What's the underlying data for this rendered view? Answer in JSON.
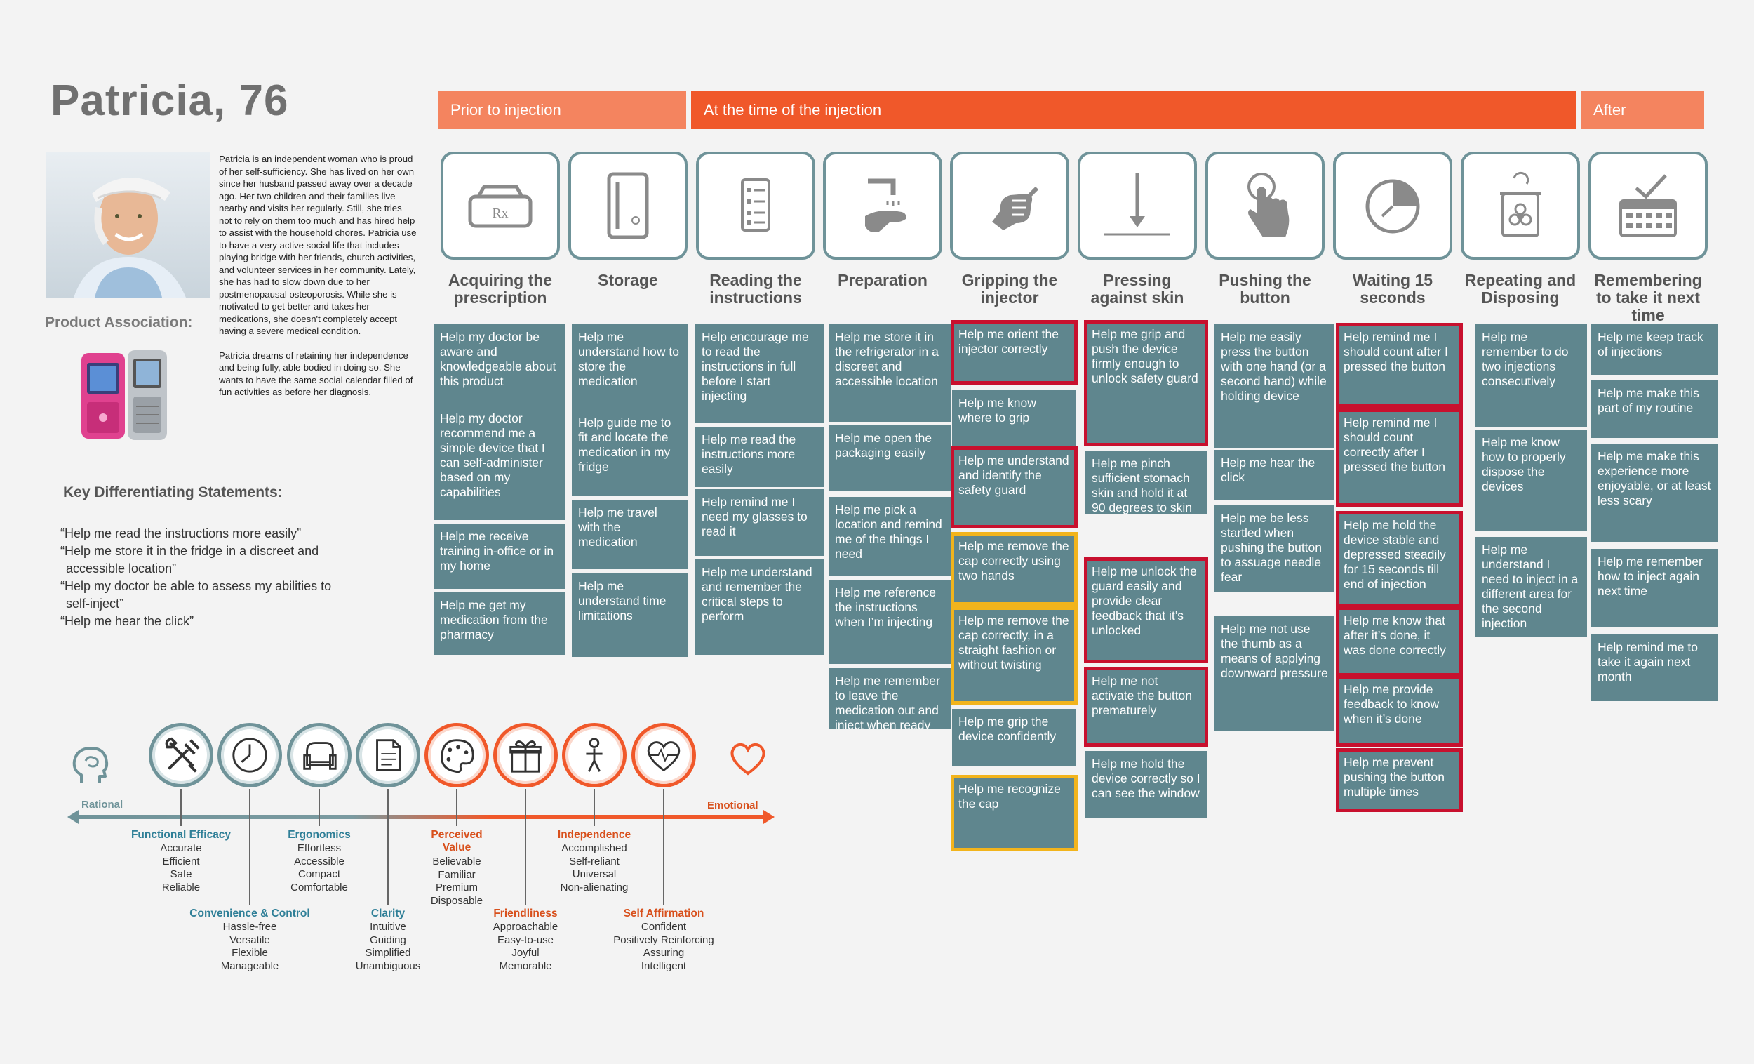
{
  "persona": {
    "name": "Patricia, 76",
    "bio": [
      "Patricia is an independent woman who is proud of her self-sufficiency.  She has lived on her own since her husband passed away over a decade ago.   Her two children and their families live nearby and visits her regularly.  Still, she tries not to rely on them too much and has hired help to assist with the household chores.  Patricia use to have a very active social life that includes playing bridge with her friends, church activities, and volunteer services in her community.  Lately, she has had to slow down due to her postmenopausal osteoporosis.  While she is motivated to get better and takes her medications, she doesn't completely accept having a severe medical condition.",
      "Patricia dreams of retaining her independence and being fully, able-bodied in doing so.  She wants to have the same social calendar filled of fun activities as before her diagnosis."
    ],
    "product_association_label": "Product Association:"
  },
  "key_statements": {
    "title": "Key Differentiating Statements:",
    "items": [
      "“Help me read the instructions more easily”",
      "“Help me store it in the fridge in a discreet and accessible location”",
      "“Help my doctor be able to assess my abilities to self-inject”",
      "“Help me hear the click”"
    ]
  },
  "phases": [
    "Prior to injection",
    "At the time of the injection",
    "After"
  ],
  "stages": [
    {
      "label": "Acquiring the prescription",
      "icon": "prescription-box-icon",
      "icon_text": "Rx"
    },
    {
      "label": "Storage",
      "icon": "refrigerator-icon"
    },
    {
      "label": "Reading the instructions",
      "icon": "instructions-list-icon"
    },
    {
      "label": "Preparation",
      "icon": "hand-washing-icon"
    },
    {
      "label": "Gripping the injector",
      "icon": "gripping-fist-icon"
    },
    {
      "label": "Pressing against skin",
      "icon": "press-down-arrow-icon"
    },
    {
      "label": "Pushing the button",
      "icon": "finger-push-icon"
    },
    {
      "label": "Waiting 15 seconds",
      "icon": "timer-clock-icon"
    },
    {
      "label": "Repeating and Disposing",
      "icon": "biohazard-container-icon"
    },
    {
      "label": "Remembering to take it next time",
      "icon": "calendar-check-icon"
    }
  ],
  "columns": [
    {
      "cards": [
        {
          "text": "Help my doctor be aware and knowledgeable about this product",
          "highlight": "none"
        },
        {
          "text": "Help my doctor recommend me a simple device that I can self-administer based on my capabilities",
          "highlight": "none"
        },
        {
          "text": "Help me receive training in-office or in my home",
          "highlight": "none"
        },
        {
          "text": "Help me get my medication from the pharmacy",
          "highlight": "none"
        }
      ]
    },
    {
      "cards": [
        {
          "text": "Help me understand how to store the medication",
          "highlight": "none"
        },
        {
          "text": "Help guide me to fit and locate the medication in my fridge",
          "highlight": "none"
        },
        {
          "text": "Help me travel with the medication",
          "highlight": "none"
        },
        {
          "text": "Help me understand time limitations",
          "highlight": "none"
        }
      ]
    },
    {
      "cards": [
        {
          "text": "Help encourage me to read the instructions in full before I start injecting",
          "highlight": "none"
        },
        {
          "text": "Help me read the instructions more easily",
          "highlight": "none"
        },
        {
          "text": "Help remind me I need my glasses to read it",
          "highlight": "none"
        },
        {
          "text": "Help me understand and remember the critical steps to perform",
          "highlight": "none"
        }
      ]
    },
    {
      "cards": [
        {
          "text": "Help me store it in the refrigerator in a discreet and accessible location",
          "highlight": "none"
        },
        {
          "text": "Help me open the packaging easily",
          "highlight": "none"
        },
        {
          "text": "Help me pick a location and remind me of the things I need",
          "highlight": "none"
        },
        {
          "text": "Help me reference the instructions when I’m injecting",
          "highlight": "none"
        },
        {
          "text": "Help me remember to leave the medication out and inject when ready",
          "highlight": "none"
        }
      ]
    },
    {
      "cards": [
        {
          "text": "Help me orient the injector correctly",
          "highlight": "red"
        },
        {
          "text": "Help me know where to grip",
          "highlight": "none"
        },
        {
          "text": "Help me understand and identify the safety guard",
          "highlight": "red"
        },
        {
          "text": "Help me remove the cap correctly using two hands",
          "highlight": "yellow"
        },
        {
          "text": "Help me remove the cap correctly, in a straight fashion or without twisting",
          "highlight": "yellow"
        },
        {
          "text": "Help me grip the device confidently",
          "highlight": "none"
        },
        {
          "text": "Help me recognize the cap",
          "highlight": "yellow"
        }
      ]
    },
    {
      "cards": [
        {
          "text": "Help me grip and push the device firmly enough to unlock safety guard",
          "highlight": "red"
        },
        {
          "text": "Help me pinch sufficient stomach skin and hold it at 90 degrees to skin",
          "highlight": "none"
        },
        {
          "text": "Help me unlock the guard easily and provide clear feedback that it’s unlocked",
          "highlight": "red"
        },
        {
          "text": "Help me not activate the button prematurely",
          "highlight": "red"
        },
        {
          "text": "Help me hold the device correctly so I can see the window",
          "highlight": "none"
        }
      ]
    },
    {
      "cards": [
        {
          "text": "Help me easily press the button with one hand (or a second hand) while holding device",
          "highlight": "none"
        },
        {
          "text": "Help me hear the click",
          "highlight": "none"
        },
        {
          "text": "Help me be less startled when pushing the button to assuage needle fear",
          "highlight": "none"
        },
        {
          "text": "Help me not use the thumb as a means of applying downward pressure",
          "highlight": "none"
        }
      ]
    },
    {
      "cards": [
        {
          "text": "Help remind me I should count after I pressed the button",
          "highlight": "red"
        },
        {
          "text": "Help remind me I should count correctly after I pressed the button",
          "highlight": "red"
        },
        {
          "text": "Help me hold the device stable and depressed steadily for 15 seconds till end of injection",
          "highlight": "red"
        },
        {
          "text": "Help me know that after it’s done, it was done correctly",
          "highlight": "red"
        },
        {
          "text": "Help me provide feedback to know when it’s done",
          "highlight": "red"
        },
        {
          "text": "Help me prevent pushing the button multiple times",
          "highlight": "red"
        }
      ]
    },
    {
      "cards": [
        {
          "text": "Help me remember to do two injections consecutively",
          "highlight": "none"
        },
        {
          "text": "Help me know how to properly dispose the devices",
          "highlight": "none"
        },
        {
          "text": "Help me understand I need to inject in a different area for the second injection",
          "highlight": "none"
        }
      ]
    },
    {
      "cards": [
        {
          "text": "Help me keep track of injections",
          "highlight": "none"
        },
        {
          "text": "Help me make this part of my routine",
          "highlight": "none"
        },
        {
          "text": "Help me make this experience more enjoyable, or at least less scary",
          "highlight": "none"
        },
        {
          "text": "Help me remember how to inject again next time",
          "highlight": "none"
        },
        {
          "text": "Help remind me to take it again next month",
          "highlight": "none"
        }
      ]
    }
  ],
  "value_scale": {
    "left_label": "Rational",
    "right_label": "Emotional",
    "colors": {
      "rational": "#6f9399",
      "emotional": "#f0582a",
      "red_highlight": "#c8102e",
      "yellow_highlight": "#f2b41c"
    },
    "values": [
      {
        "title": "Functional Efficacy",
        "words": [
          "Accurate",
          "Efficient",
          "Safe",
          "Reliable"
        ],
        "icon": "tools-icon",
        "tone": "teal"
      },
      {
        "title": "Convenience & Control",
        "words": [
          "Hassle-free",
          "Versatile",
          "Flexible",
          "Manageable"
        ],
        "icon": "clock-icon",
        "tone": "teal"
      },
      {
        "title": "Ergonomics",
        "words": [
          "Effortless",
          "Accessible",
          "Compact",
          "Comfortable"
        ],
        "icon": "armchair-icon",
        "tone": "teal"
      },
      {
        "title": "Clarity",
        "words": [
          "Intuitive",
          "Guiding",
          "Simplified",
          "Unambiguous"
        ],
        "icon": "document-icon",
        "tone": "teal"
      },
      {
        "title": "Perceived Value",
        "words": [
          "Believable",
          "Familiar",
          "Premium",
          "Disposable"
        ],
        "icon": "palette-icon",
        "tone": "orange"
      },
      {
        "title": "Friendliness",
        "words": [
          "Approachable",
          "Easy-to-use",
          "Joyful",
          "Memorable"
        ],
        "icon": "gift-icon",
        "tone": "orange"
      },
      {
        "title": "Independence",
        "words": [
          "Accomplished",
          "Self-reliant",
          "Universal",
          "Non-alienating"
        ],
        "icon": "person-icon",
        "tone": "orange"
      },
      {
        "title": "Self Affirmation",
        "words": [
          "Confident",
          "Positively Reinforcing",
          "Assuring",
          "Intelligent"
        ],
        "icon": "heartbeat-icon",
        "tone": "orange"
      }
    ]
  }
}
